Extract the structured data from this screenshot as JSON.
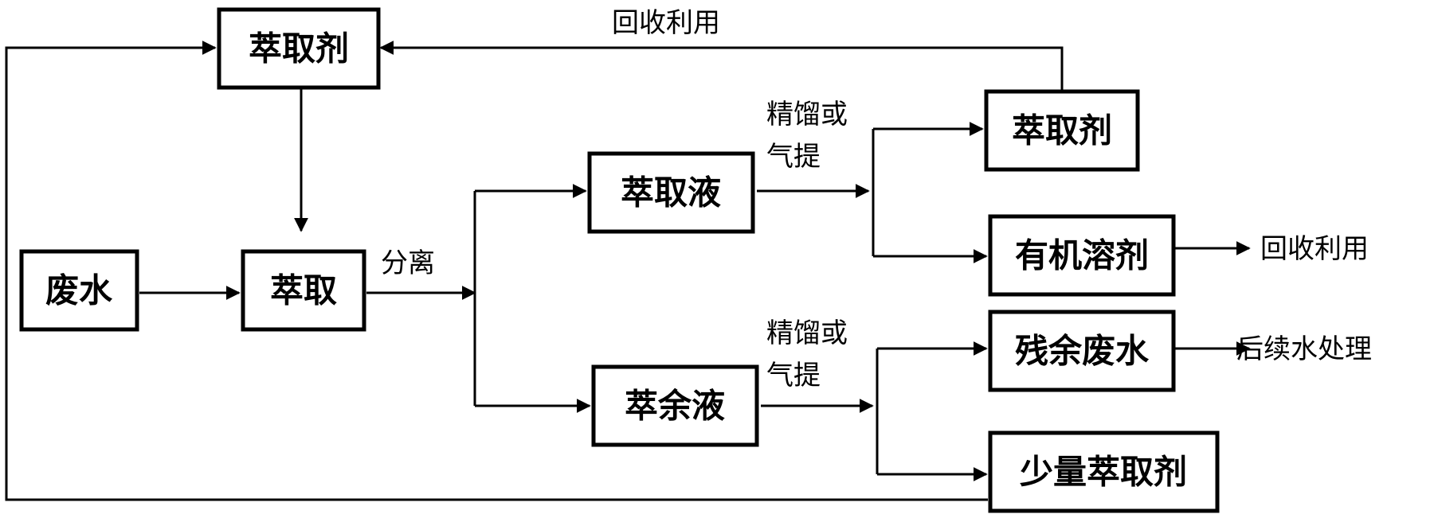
{
  "boxes": {
    "extractant_top": "萃取剂",
    "wastewater": "废水",
    "extraction": "萃取",
    "extract_liquid": "萃取液",
    "raffinate": "萃余液",
    "extractant_recovered": "萃取剂",
    "organic_solvent": "有机溶剂",
    "residual_wastewater": "残余废水",
    "small_extractant": "少量萃取剂"
  },
  "labels": {
    "recycle_top": "回收利用",
    "separation": "分离",
    "distill_upper_line1": "精馏或",
    "distill_upper_line2": "气提",
    "distill_lower_line1": "精馏或",
    "distill_lower_line2": "气提",
    "recycle_right": "回收利用",
    "further_treatment": "后续水处理"
  },
  "colors": {
    "line": "#000000",
    "background": "#ffffff"
  }
}
